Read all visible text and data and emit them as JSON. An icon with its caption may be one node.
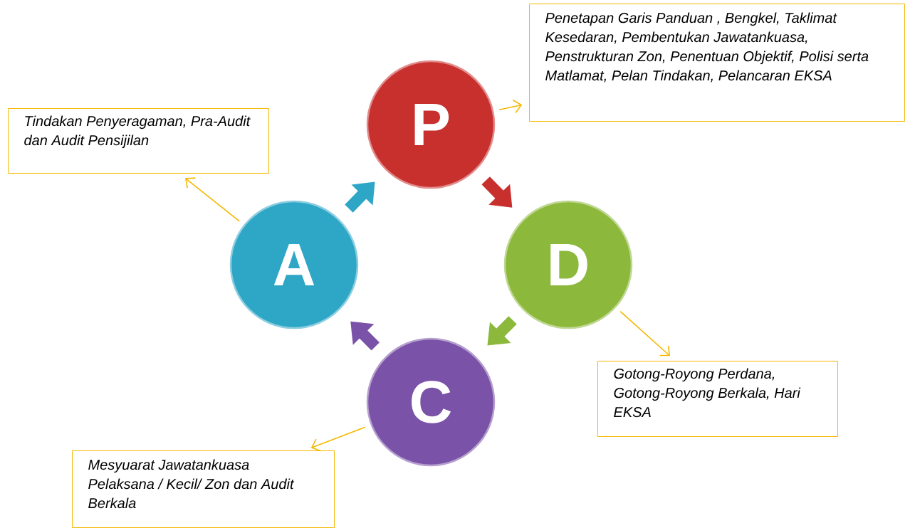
{
  "diagram": {
    "nodes": [
      {
        "text": [
          "P"
        ]
      },
      {
        "text": [
          "D"
        ]
      },
      {
        "text": [
          "C"
        ]
      },
      {
        "text": [
          "A"
        ]
      },
      {
        "text": [
          "Penetapan Garis Panduan , Bengkel, Taklimat Kesedaran, Pembentukan Jawatankuasa, Penstrukturan Zon, Penentuan Objektif, Polisi serta Matlamat, Pelan Tindakan, Pelancaran EKSA"
        ]
      },
      {
        "text": [
          "Gotong-Royong Perdana, Gotong-Royong Berkala, Hari EKSA"
        ]
      },
      {
        "text": [
          "Mesyuarat Jawatankuasa Pelaksana / Kecil/ Zon dan Audit Berkala"
        ]
      },
      {
        "text": [
          "Tindakan Penyeragaman, Pra-Audit dan Audit Pensijilan"
        ]
      }
    ],
    "edges": [
      {
        "from": 0,
        "to": 1,
        "arrow": "to",
        "style": "thick",
        "color": "#c8302e"
      },
      {
        "from": 1,
        "to": 2,
        "arrow": "to",
        "style": "thick",
        "color": "#8cb83c"
      },
      {
        "from": 2,
        "to": 3,
        "arrow": "to",
        "style": "thick",
        "color": "#7a52a8"
      },
      {
        "from": 3,
        "to": 0,
        "arrow": "to",
        "style": "thick",
        "color": "#2ea6c6"
      },
      {
        "from": 0,
        "to": 4,
        "arrow": "to"
      },
      {
        "from": 1,
        "to": 5,
        "arrow": "to"
      },
      {
        "from": 2,
        "to": 6,
        "arrow": "to"
      },
      {
        "from": 3,
        "to": 7,
        "arrow": "to"
      }
    ]
  }
}
